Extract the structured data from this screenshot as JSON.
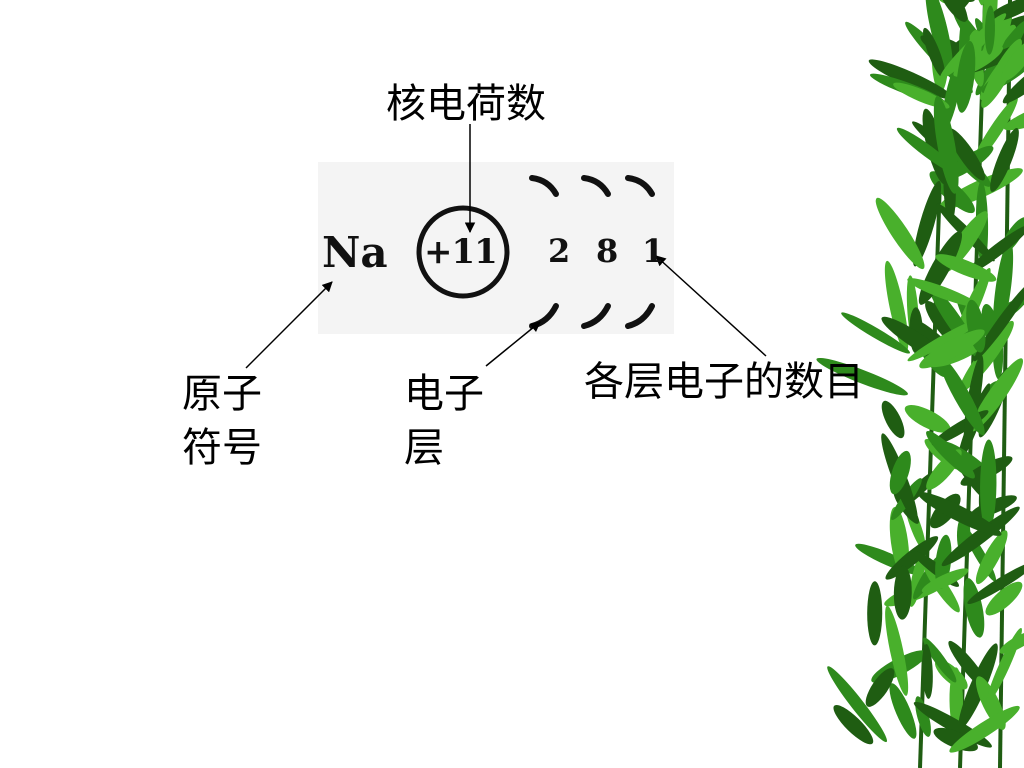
{
  "diagram": {
    "labels": {
      "nuclear_charge": "核电荷数",
      "atom_symbol_line1": "原子",
      "atom_symbol_line2": "符号",
      "shell_line1": "电子",
      "shell_line2": "层",
      "electrons_per_shell": "各层电子的数目"
    },
    "atom": {
      "symbol": "Na",
      "nucleus_charge": "+11",
      "shells": [
        "2",
        "8",
        "1"
      ]
    }
  },
  "colors": {
    "background": "#ffffff",
    "text": "#000000",
    "bamboo_dark": "#1f5d12",
    "bamboo_mid": "#2e8a1c",
    "bamboo_light": "#49b02c"
  }
}
